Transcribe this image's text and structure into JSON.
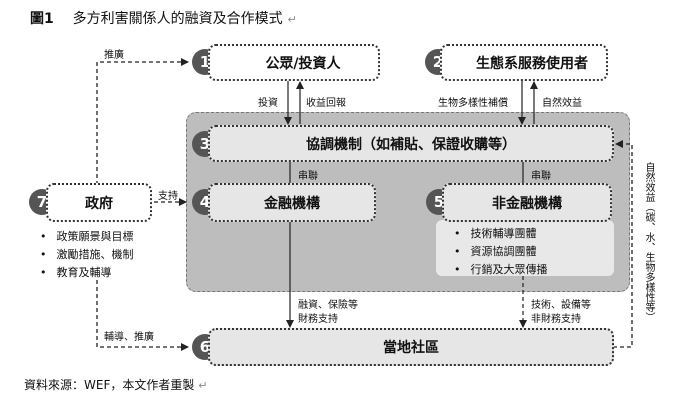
{
  "title": {
    "number": "圖1",
    "text": "多方利害關係人的融資及合作模式"
  },
  "nodes": {
    "n1": {
      "num": "1",
      "label": "公眾/投資人"
    },
    "n2": {
      "num": "2",
      "label": "生態系服務使用者"
    },
    "n3": {
      "num": "3",
      "label": "協調機制（如補貼、保證收購等）"
    },
    "n4": {
      "num": "4",
      "label": "金融機構"
    },
    "n5": {
      "num": "5",
      "label": "非金融機構"
    },
    "n6": {
      "num": "6",
      "label": "當地社區"
    },
    "n7": {
      "num": "7",
      "label": "政府"
    }
  },
  "government_items": [
    "政策願景與目標",
    "激勵措施、機制",
    "教育及輔導"
  ],
  "nonfinancial_items": [
    "技術輔導團體",
    "資源協調團體",
    "行銷及大眾傳播"
  ],
  "edge_labels": {
    "promote": "推廣",
    "support": "支持",
    "guide": "輔導、推廣",
    "invest": "投資",
    "return": "收益回報",
    "biodiversity_compensation": "生物多樣性補償",
    "natural_benefit": "自然效益",
    "link_left": "串聯",
    "link_right": "串聯",
    "finance_support_1": "融資、保險等",
    "finance_support_2": "財務支持",
    "tech_support_1": "技術、設備等",
    "tech_support_2": "非財務支持",
    "side_benefit": "自然效益（碳、水、生物多樣性等）"
  },
  "source": "資料來源：WEF，本文作者重製"
}
